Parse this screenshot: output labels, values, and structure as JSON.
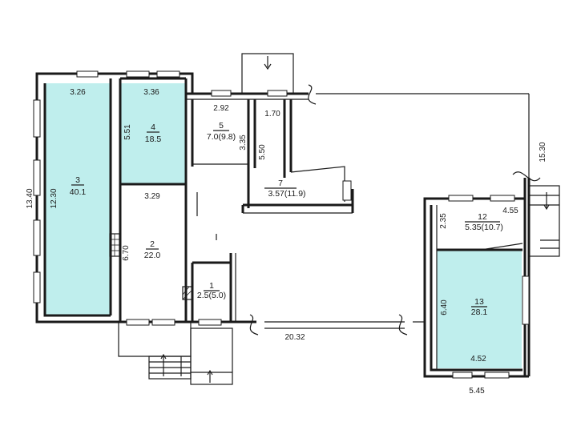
{
  "colors": {
    "room_highlight": "#bfeeed",
    "wall": "#1a1a1a",
    "background": "#ffffff"
  },
  "rooms": [
    {
      "number": "1",
      "area": "2.5(5.0)"
    },
    {
      "number": "2",
      "area": "22.0"
    },
    {
      "number": "3",
      "area": "40.1"
    },
    {
      "number": "4",
      "area": "18.5"
    },
    {
      "number": "5",
      "area": "7.0(9.8)"
    },
    {
      "number": "7",
      "area": "3.57(11.9)"
    },
    {
      "number": "12",
      "area": "5.35(10.7)"
    },
    {
      "number": "13",
      "area": "28.1"
    }
  ],
  "dimensions": {
    "overall_height": "13.40",
    "overall_length": "20.32",
    "right_height": "15.30",
    "right_width": "5.45",
    "r3_width": "3.26",
    "r3_height": "12.30",
    "r4_width": "3.36",
    "r4_height": "5.51",
    "r2_width": "3.29",
    "r2_height": "6.70",
    "r5_width": "2.92",
    "r5_height": "3.35",
    "r7_width": "1.70",
    "r7_height": "5.50",
    "r12_width": "4.55",
    "r12_height": "2.35",
    "r13_width": "4.52",
    "r13_height": "6.40"
  }
}
